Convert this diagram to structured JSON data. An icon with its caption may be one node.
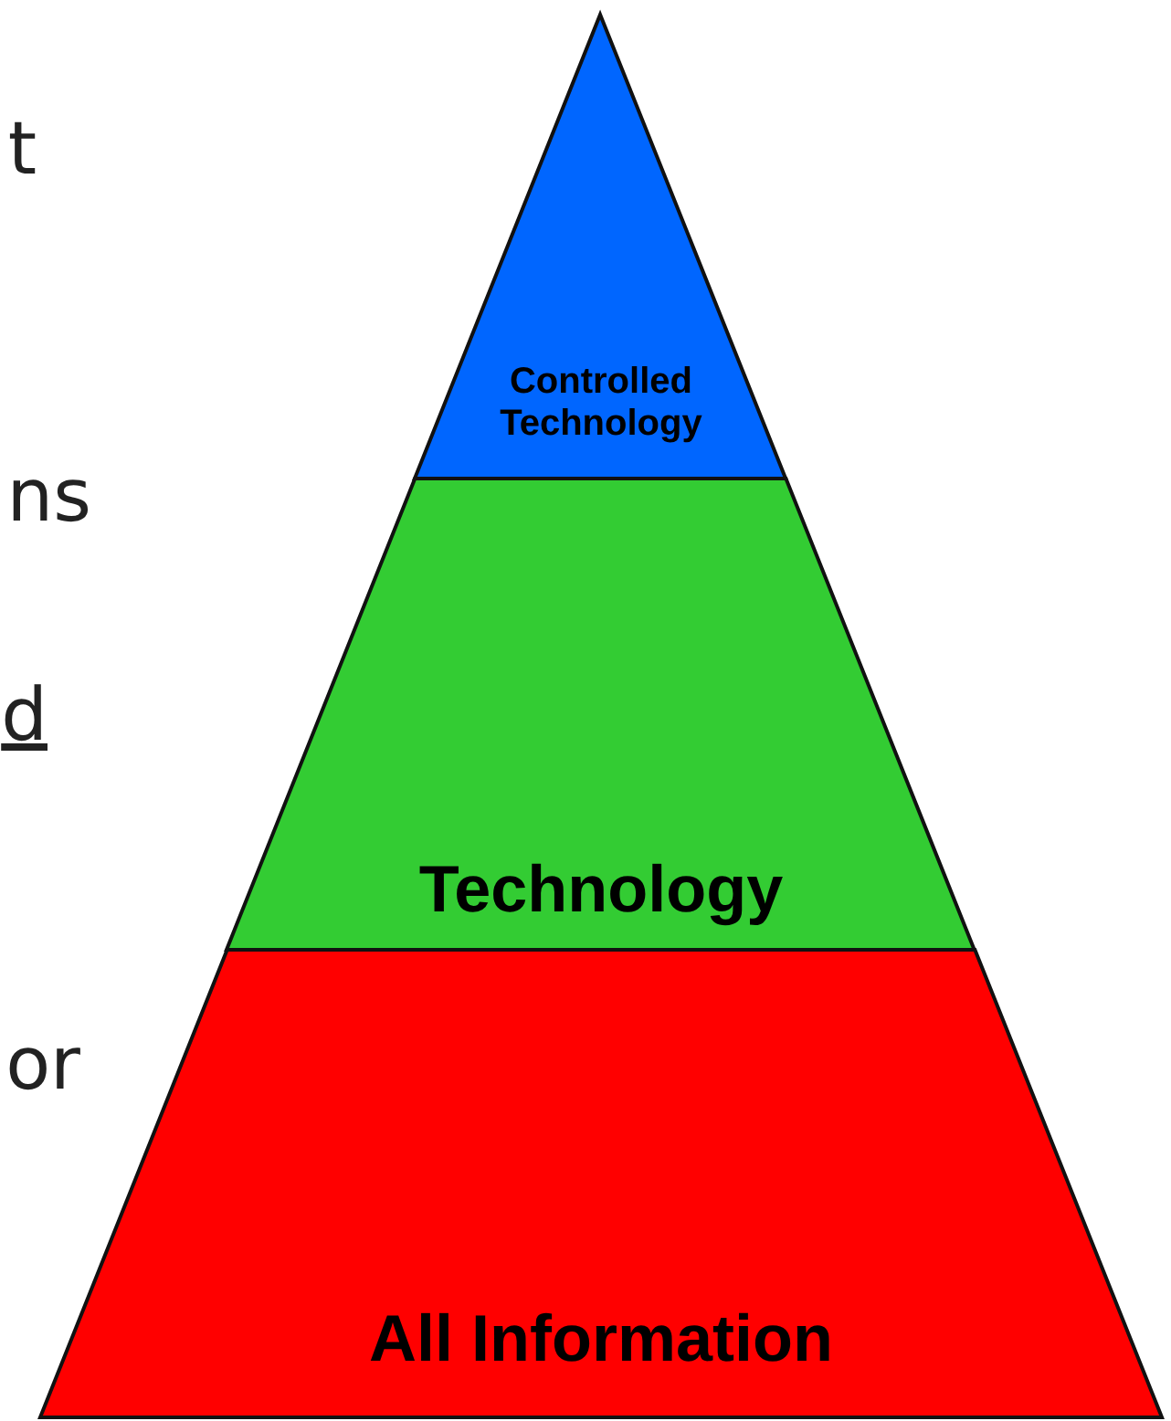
{
  "diagram": {
    "nodes": [
      {
        "text": [
          "Controlled Technology"
        ]
      },
      {
        "text": [
          "Technology"
        ]
      },
      {
        "text": [
          "All Information"
        ]
      }
    ],
    "labels": [
      "t",
      "ns",
      "d",
      "or"
    ]
  }
}
